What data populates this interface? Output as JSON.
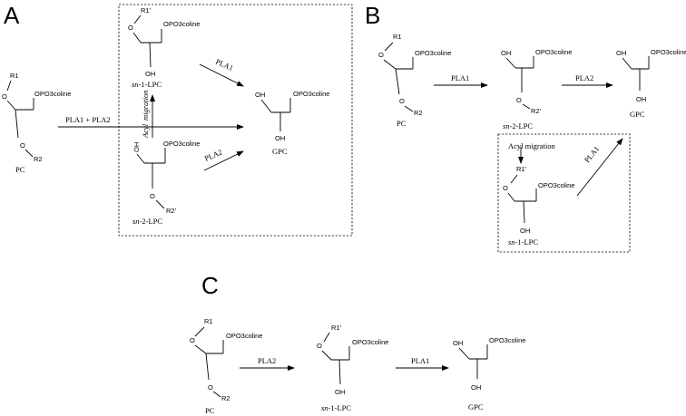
{
  "panels": {
    "A": {
      "letter": "A",
      "pc": {
        "r1": "R1",
        "r2": "R2",
        "head": "OPO3coline",
        "label": "PC"
      },
      "sn1": {
        "r1": "R1'",
        "head": "OPO3coline",
        "oh": "OH",
        "label_italic": "sn",
        "label_rest": "-1-LPC"
      },
      "sn2": {
        "oh": "OH",
        "r2": "R2'",
        "head": "OPO3coline",
        "label_italic": "sn",
        "label_rest": "-2-LPC"
      },
      "gpc": {
        "oh1": "OH",
        "oh2": "OH",
        "head": "OPO3coline",
        "label": "GPC"
      },
      "arrows": {
        "main": "PLA1 + PLA2",
        "to_gpc_top": "PLA1",
        "to_gpc_bottom": "PLA2",
        "migration_1": "Acyl",
        "migration_2": "migration"
      }
    },
    "B": {
      "letter": "B",
      "pc": {
        "r1": "R1",
        "r2": "R2",
        "head": "OPO3coline",
        "label": "PC"
      },
      "sn2": {
        "oh": "OH",
        "r2": "R2'",
        "head": "OPO3coline",
        "label_italic": "sn",
        "label_rest": "-2-LPC"
      },
      "gpc": {
        "oh1": "OH",
        "oh2": "OH",
        "head": "OPO3coline",
        "label": "GPC"
      },
      "sn1": {
        "r1": "R1'",
        "head": "OPO3coline",
        "oh": "OH",
        "label_italic": "sn",
        "label_rest": "-1-LPC"
      },
      "arrows": {
        "first": "PLA1",
        "second": "PLA2",
        "migration": "Acyl migration",
        "diag": "PLA1"
      }
    },
    "C": {
      "letter": "C",
      "pc": {
        "r1": "R1",
        "r2": "R2",
        "head": "OPO3coline",
        "label": "PC"
      },
      "sn1": {
        "r1": "R1'",
        "head": "OPO3coline",
        "oh": "OH",
        "label_italic": "sn",
        "label_rest": "-1-LPC"
      },
      "gpc": {
        "oh1": "OH",
        "oh2": "OH",
        "head": "OPO3coline",
        "label": "GPC"
      },
      "arrows": {
        "first": "PLA2",
        "second": "PLA1"
      }
    }
  }
}
